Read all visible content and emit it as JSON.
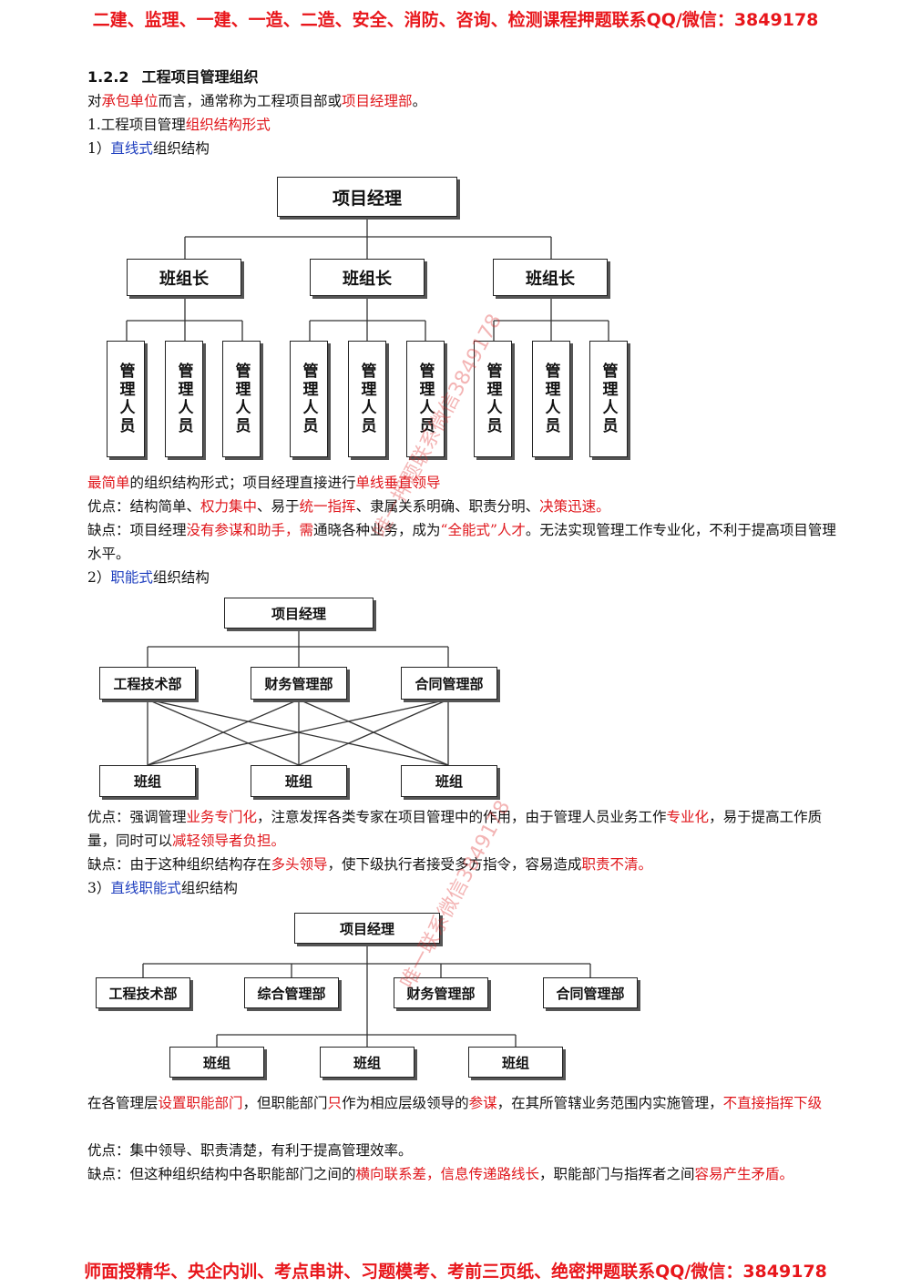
{
  "banner": {
    "top": "二建、监理、一建、一造、二造、安全、消防、咨询、检测课程押题联系QQ/微信：3849178",
    "bottom": "师面授精华、央企内训、考点串讲、习题模考、考前三页纸、绝密押题联系QQ/微信：3849178"
  },
  "section": {
    "number": "1.2.2",
    "title": "工程项目管理组织"
  },
  "intro": {
    "p1": "对",
    "r1": "承包单位",
    "p2": "而言，通常称为工程项目部或",
    "r2": "项目经理部",
    "p3": "。"
  },
  "subheading": {
    "p1": "1.工程项目管理",
    "r1": "组织结构形式"
  },
  "line_org": {
    "heading": {
      "p1": "1）",
      "b1": "直线式",
      "p2": "组织结构"
    },
    "diagram": {
      "top": "项目经理",
      "middle": [
        "班组长",
        "班组长",
        "班组长"
      ],
      "leaves": [
        "管理人员",
        "管理人员",
        "管理人员",
        "管理人员",
        "管理人员",
        "管理人员",
        "管理人员",
        "管理人员",
        "管理人员"
      ]
    },
    "desc": {
      "r1": "最简单",
      "p1": "的组织结构形式；项目经理直接进行",
      "r2": "单线垂直领导"
    },
    "pros": {
      "p1": "优点：结构简单、",
      "r1": "权力集中",
      "p2": "、易于",
      "r2": "统一指挥",
      "p3": "、隶属关系明确、职责分明、",
      "r3": "决策迅速。"
    },
    "cons": {
      "p1": "缺点：项目经理",
      "r1": "没有参谋和助手，需",
      "p2": "通晓各种业务，成为",
      "r2": "“全能式”人才",
      "p3": "。无法实现管理工作专业化，不利于提高项目管理水平。"
    }
  },
  "func_org": {
    "heading": {
      "p1": "2）",
      "b1": "职能式",
      "p2": "组织结构"
    },
    "diagram": {
      "top": "项目经理",
      "depts": [
        "工程技术部",
        "财务管理部",
        "合同管理部"
      ],
      "teams": [
        "班组",
        "班组",
        "班组"
      ]
    },
    "pros": {
      "p1": "优点：强调管理",
      "r1": "业务专门化",
      "p2": "，注意发挥各类专家在项目管理中的作用，由于管理人员业务工作",
      "r2": "专业化",
      "p3": "，易于提高工作质量，同时可以",
      "r3": "减轻领导者负担。"
    },
    "cons": {
      "p1": "缺点：由于这种组织结构存在",
      "r1": "多头领导",
      "p2": "，使下级执行者接受多方指令，容易造成",
      "r2": "职责不清。"
    }
  },
  "linefunc_org": {
    "heading": {
      "p1": "3）",
      "b1": "直线职能式",
      "p2": "组织结构"
    },
    "diagram": {
      "top": "项目经理",
      "depts": [
        "工程技术部",
        "综合管理部",
        "财务管理部",
        "合同管理部"
      ],
      "teams": [
        "班组",
        "班组",
        "班组"
      ]
    },
    "desc": {
      "p1": "在各管理层",
      "r1": "设置职能部门",
      "p2": "，但职能部门",
      "r2": "只",
      "p3": "作为相应层级领导的",
      "r3": "参谋",
      "p4": "，在其所管辖业务范围内实施管理，",
      "r4": "不直接指挥下级"
    },
    "pros": {
      "p1": "优点：集中领导、职责清楚，有利于提高管理效率。"
    },
    "cons": {
      "p1": "缺点：但这种组织结构中各职能部门之间的",
      "r1": "横向联系差，信息传递路线长",
      "p2": "，职能部门与指挥者之间",
      "r2": "容易产生矛盾。"
    }
  },
  "watermarks": {
    "w1": "唯一押题联系微信3849178",
    "w2": "唯一联系微信3849178"
  }
}
